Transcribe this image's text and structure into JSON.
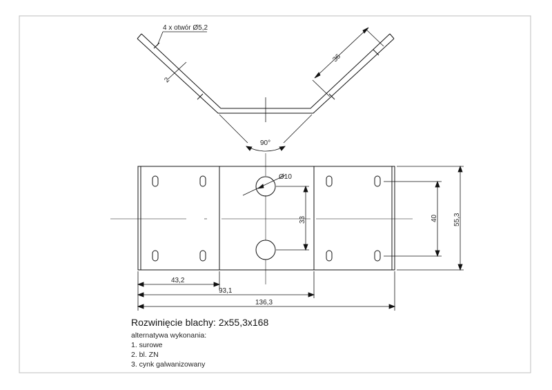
{
  "top_view": {
    "hole_note": "4 x otwór Ø5,2",
    "thickness": "2",
    "flange_length": "36",
    "angle": "90°"
  },
  "front_view": {
    "hole_diameter": "Ø10",
    "hole_spacing": "33",
    "small_hole_spacing": "40",
    "height": "55,3",
    "width_1": "43,2",
    "width_2": "93,1",
    "width_total": "136,3"
  },
  "notes": {
    "title": "Rozwinięcie blachy: 2x55,3x168",
    "subtitle": "alternatywa wykonania:",
    "options": [
      "1. surowe",
      "2. bl. ZN",
      "3. cynk galwanizowany"
    ]
  }
}
